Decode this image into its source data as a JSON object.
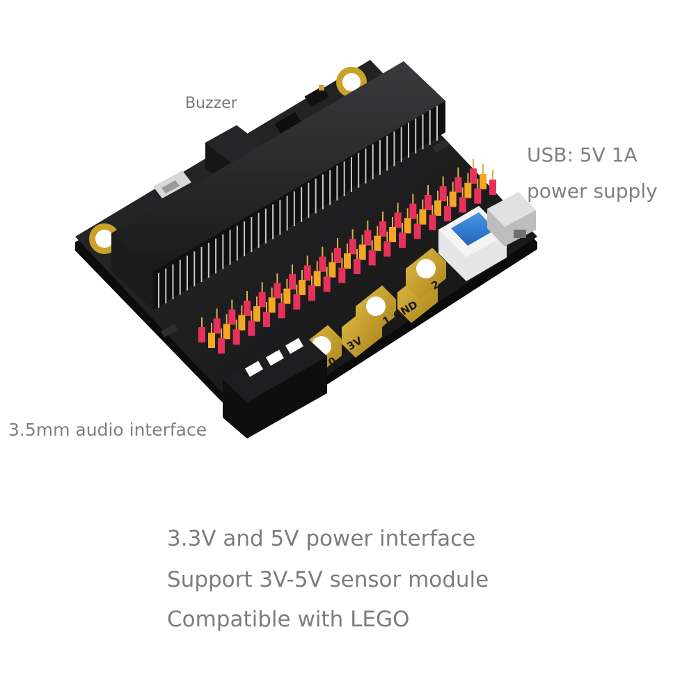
{
  "labels": {
    "buzzer": "Buzzer",
    "usb_line1": "USB: 5V 1A",
    "usb_line2": "power supply",
    "audio": "3.5mm audio interface"
  },
  "features": [
    "3.3V and 5V power interface",
    "Support 3V-5V sensor module",
    "Compatible with LEGO"
  ],
  "pads": [
    "0",
    "3V",
    "1",
    "GND",
    "2"
  ],
  "colors": {
    "pcb": "#1c1c1e",
    "connector": "#2a2a2c",
    "pin_red": "#e8315a",
    "pin_orange": "#f5a623",
    "pad_gold": "#c9a227",
    "button_blue": "#2f7fd6",
    "text_gray": "#808080"
  }
}
